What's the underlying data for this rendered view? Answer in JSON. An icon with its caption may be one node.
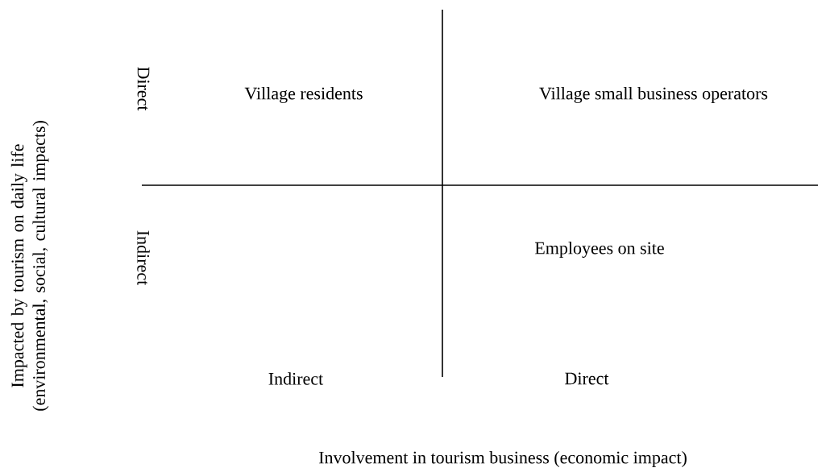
{
  "diagram": {
    "labels": [
      "Impacted by tourism on daily life (environmental, social, cultural impacts)",
      "Direct",
      "Village residents",
      "Village small business operators",
      "Indirect",
      "Employees on site",
      "Indirect",
      "Direct",
      "Involvement in tourism business (economic impact)"
    ]
  }
}
